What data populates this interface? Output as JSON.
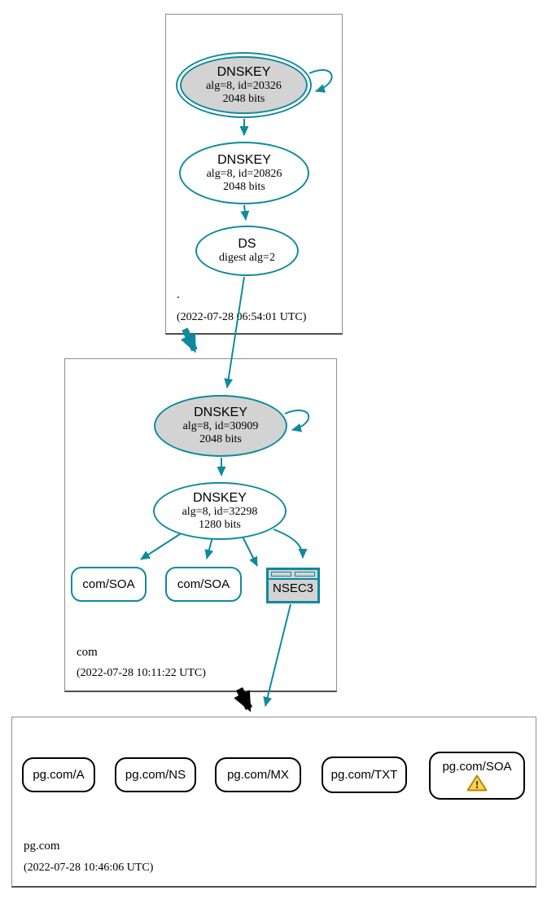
{
  "colors": {
    "edge_teal": "#0f8a9d",
    "node_gray_fill": "#d3d3d3",
    "zone_border_gray": "#909090",
    "insecure_edge_black": "#000000",
    "warning_yellow": "#ffd34d",
    "warning_border": "#b8860b"
  },
  "zones": {
    "root": {
      "label": ".",
      "timestamp": "(2022-07-28 06:54:01 UTC)",
      "ksk": {
        "title": "DNSKEY",
        "detail1": "alg=8, id=20326",
        "detail2": "2048 bits"
      },
      "zsk": {
        "title": "DNSKEY",
        "detail1": "alg=8, id=20826",
        "detail2": "2048 bits"
      },
      "ds": {
        "title": "DS",
        "detail1": "digest alg=2"
      }
    },
    "com": {
      "label": "com",
      "timestamp": "(2022-07-28 10:11:22 UTC)",
      "ksk": {
        "title": "DNSKEY",
        "detail1": "alg=8, id=30909",
        "detail2": "2048 bits"
      },
      "zsk": {
        "title": "DNSKEY",
        "detail1": "alg=8, id=32298",
        "detail2": "1280 bits"
      },
      "soa1": {
        "label": "com/SOA"
      },
      "soa2": {
        "label": "com/SOA"
      },
      "nsec3": {
        "label": "NSEC3"
      }
    },
    "pg": {
      "label": "pg.com",
      "timestamp": "(2022-07-28 10:46:06 UTC)",
      "a": {
        "label": "pg.com/A"
      },
      "ns": {
        "label": "pg.com/NS"
      },
      "mx": {
        "label": "pg.com/MX"
      },
      "txt": {
        "label": "pg.com/TXT"
      },
      "soa": {
        "label": "pg.com/SOA",
        "warning_mark": "!"
      }
    }
  }
}
